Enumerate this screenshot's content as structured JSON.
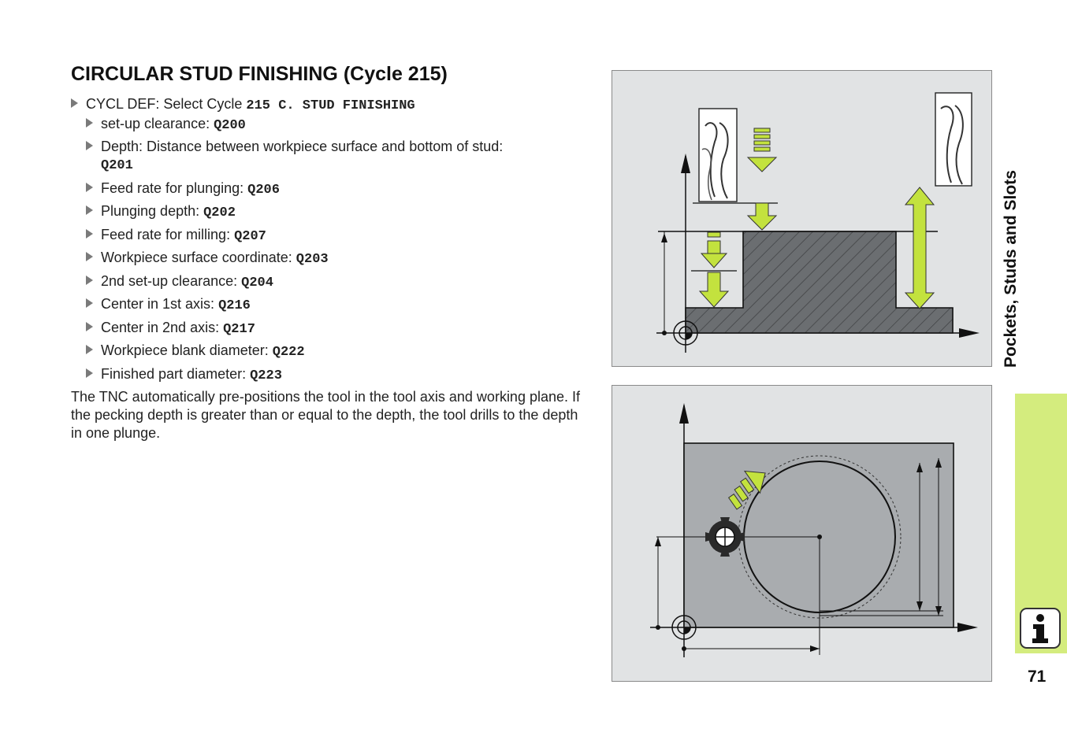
{
  "title": "CIRCULAR STUD FINISHING (Cycle 215)",
  "steps": [
    {
      "text": "CYCL DEF: Select Cycle ",
      "code": "215 C. STUD FINISHING"
    },
    {
      "text": "set-up clearance: ",
      "code": "Q200"
    },
    {
      "text": "Depth: Distance between workpiece surface and bottom of stud:",
      "code": "Q201"
    },
    {
      "text": "Feed rate for plunging: ",
      "code": "Q206"
    },
    {
      "text": "Plunging depth: ",
      "code": "Q202"
    },
    {
      "text": "Feed rate for milling: ",
      "code": "Q207"
    },
    {
      "text": "Workpiece surface coordinate: ",
      "code": "Q203"
    },
    {
      "text": "2nd set-up clearance: ",
      "code": "Q204"
    },
    {
      "text": "Center in 1st axis: ",
      "code": "Q216"
    },
    {
      "text": "Center in 2nd axis: ",
      "code": "Q217"
    },
    {
      "text": "Workpiece blank diameter: ",
      "code": "Q222"
    },
    {
      "text": "Finished part diameter: ",
      "code": "Q223"
    }
  ],
  "paragraph": "The TNC automatically pre-positions the tool in the tool axis and working plane. If the pecking depth is greater than or equal to the depth, the tool drills to the depth in one plunge.",
  "side_title": "Pockets, Studs and Slots",
  "page_number": "71",
  "colors": {
    "accent_green": "#d4ec7e",
    "arrow_green": "#c3e23e",
    "figure_bg": "#e1e3e4",
    "stud_fill": "#6b6e71",
    "circle_fill": "#a9acaf"
  },
  "icons": [
    "triangle-bullet-icon",
    "info-icon"
  ]
}
